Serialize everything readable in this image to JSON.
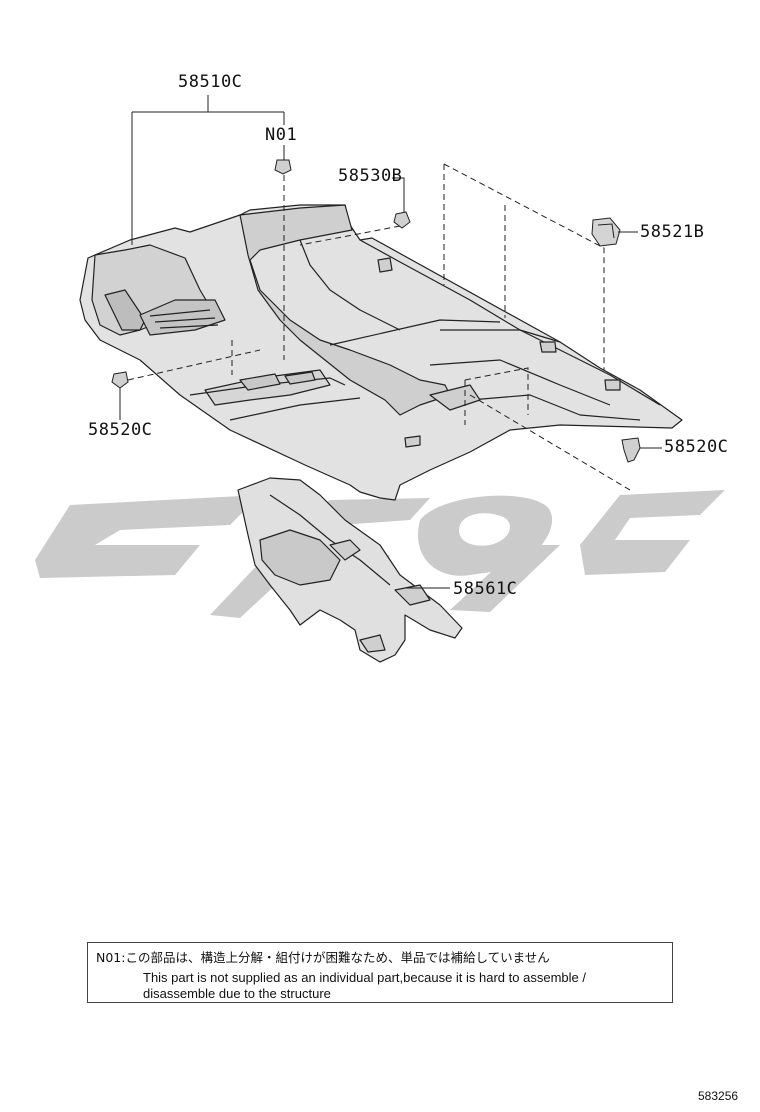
{
  "callouts": {
    "c58510C": "58510C",
    "cN01": "N01",
    "c58530B": "58530B",
    "c58521B": "58521B",
    "c58520C_left": "58520C",
    "c58520C_right": "58520C",
    "c58561C": "58561C"
  },
  "note": {
    "line_jp": "N01:この部品は、構造上分解・組付けが困難なため、単品では補給していません",
    "line_en_1": "This part is not supplied as an individual part,because it is hard to assemble /",
    "line_en_2": "disassemble due to the structure"
  },
  "diagram_id": "583256",
  "colors": {
    "line": "#222222",
    "part_fill": "#dcdcdc",
    "watermark": "#c8c8c8"
  }
}
